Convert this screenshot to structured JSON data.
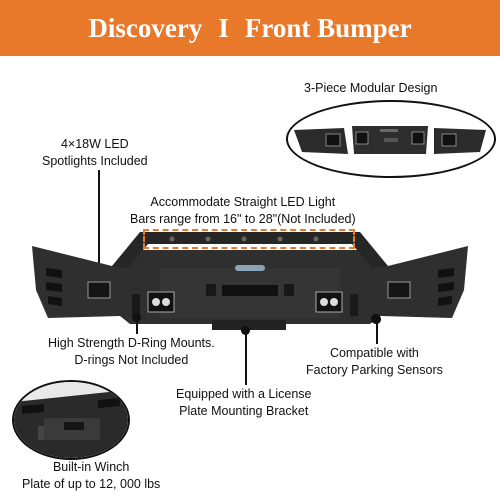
{
  "banner": {
    "left": "Discovery",
    "separator": "I",
    "right": "Front Bumper",
    "color": "#e8782a"
  },
  "callouts": {
    "modular": "3-Piece Modular Design",
    "led_line1": "4×18W LED",
    "led_line2": "Spotlights Included",
    "lightbar_line1": "Accommodate Straight LED Light",
    "lightbar_line2": "Bars range from 16\" to 28\"(Not Included)",
    "dring_line1": "High Strength D-Ring Mounts.",
    "dring_line2": "D-rings Not Included",
    "sensor_line1": "Compatible with",
    "sensor_line2": "Factory Parking Sensors",
    "plate_line1": "Equipped with a License",
    "plate_line2": "Plate Mounting Bracket",
    "winch_line1": "Built-in Winch",
    "winch_line2": "Plate of up to 12, 000 lbs"
  },
  "icons": [
    "bumper-product-image",
    "modular-pieces-image",
    "winch-plate-detail-image"
  ]
}
